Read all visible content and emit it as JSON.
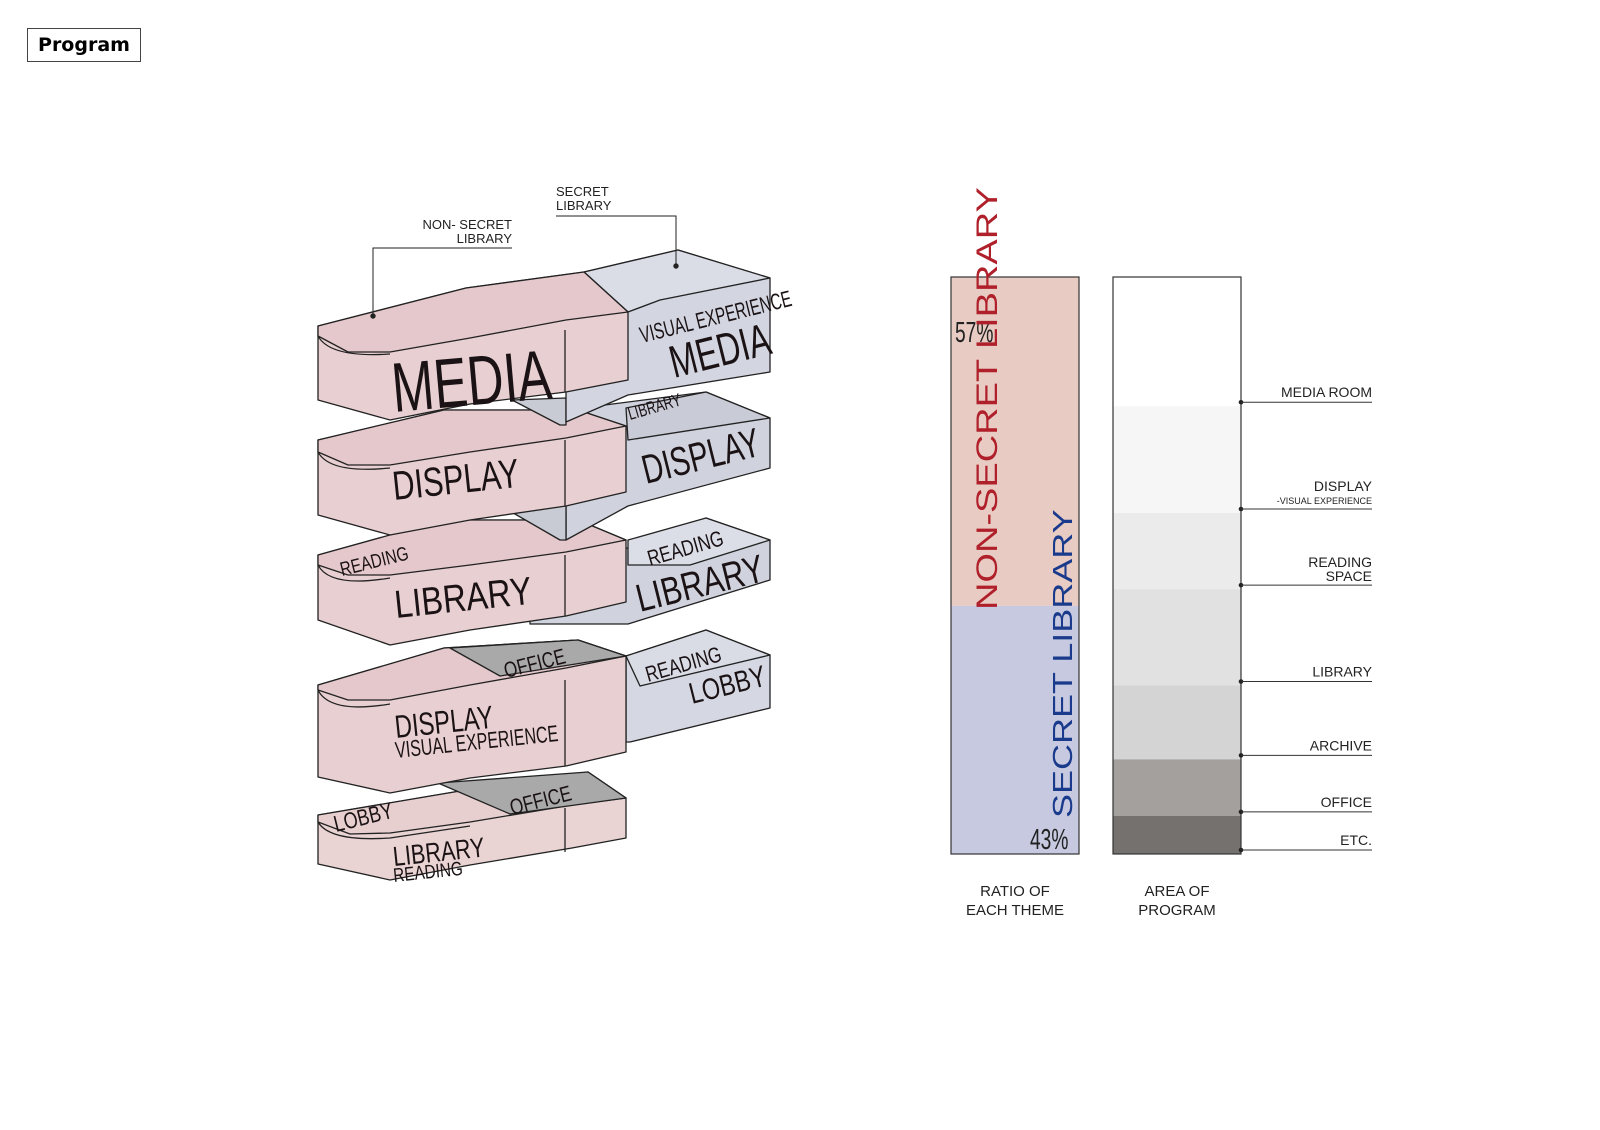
{
  "header": {
    "title": "Program"
  },
  "diagram": {
    "callouts": {
      "non_secret_1": "NON- SECRET",
      "non_secret_2": "LIBRARY",
      "secret_1": "SECRET",
      "secret_2": "LIBRARY"
    },
    "levels": [
      {
        "pink_main": "MEDIA",
        "blue_sub": "VISUAL EXPERIENCE",
        "blue_main": "MEDIA"
      },
      {
        "pink_main": "DISPLAY",
        "blue_sub": "LIBRARY",
        "blue_main": "DISPLAY"
      },
      {
        "pink_top": "READING",
        "pink_main": "LIBRARY",
        "blue_sub": "READING",
        "blue_main": "LIBRARY"
      },
      {
        "grey_top": "OFFICE",
        "pink_main": "DISPLAY",
        "pink_sub": "VISUAL EXPERIENCE",
        "blue_sub": "READING",
        "blue_main": "LOBBY"
      },
      {
        "pink_top": "LOBBY",
        "grey_top": "OFFICE",
        "pink_main": "LIBRARY",
        "pink_sub": "READING"
      }
    ]
  },
  "ratio_bar": {
    "non_secret": {
      "label": "NON-SECRET LIBRARY",
      "percent_text": "57%",
      "value": 57,
      "color": "#e8cbc3",
      "text_color": "#b0202a"
    },
    "secret": {
      "label": "SECRET LIBRARY",
      "percent_text": "43%",
      "value": 43,
      "color": "#c6c9e0",
      "text_color": "#1a3a8c"
    },
    "caption_1": "RATIO OF",
    "caption_2": "EACH THEME"
  },
  "area_bar": {
    "caption_1": "AREA OF",
    "caption_2": "PROGRAM",
    "segments": [
      {
        "name": "MEDIA ROOM",
        "sub": "",
        "share": 22.4,
        "color": "#ffffff"
      },
      {
        "name": "DISPLAY",
        "sub": "-VISUAL EXPERIENCE",
        "share": 18.5,
        "color": "#f6f6f6"
      },
      {
        "name": "READING",
        "sub": "SPACE",
        "share": 13.2,
        "color": "#ebebeb"
      },
      {
        "name": "LIBRARY",
        "sub": "",
        "share": 16.7,
        "color": "#e1e1e1"
      },
      {
        "name": "ARCHIVE",
        "sub": "",
        "share": 12.8,
        "color": "#d4d4d4"
      },
      {
        "name": "OFFICE",
        "sub": "",
        "share": 9.8,
        "color": "#a3a09d"
      },
      {
        "name": "ETC.",
        "sub": "",
        "share": 6.6,
        "color": "#75716e"
      }
    ]
  }
}
